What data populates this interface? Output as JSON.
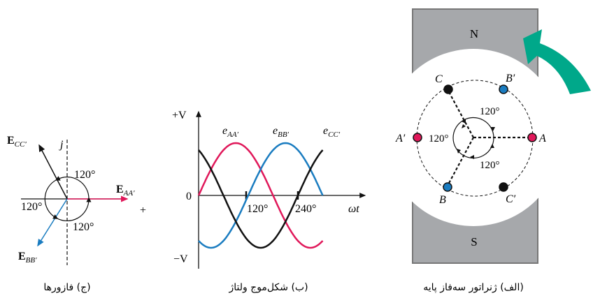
{
  "captions": {
    "generator": "(الف) ژنراتور سه‌فاز پایه",
    "waveform": "(ب) شکل‌موج ولتاژ",
    "phasors": "(ج) فازورها"
  },
  "generator": {
    "north": "N",
    "south": "S",
    "A": "A",
    "A_prime": "A′",
    "B": "B",
    "B_prime": "B′",
    "C": "C",
    "C_prime": "C′",
    "angle_top": "120°",
    "angle_left": "120°",
    "angle_bottom": "120°"
  },
  "waveform": {
    "plus_v": "+V",
    "zero": "0",
    "minus_v": "−V",
    "axis": "ωt",
    "tick1": "120°",
    "tick2": "240°",
    "e_aa": "e",
    "e_aa_sub": "AA′",
    "e_bb": "e",
    "e_bb_sub": "BB′",
    "e_cc": "e",
    "e_cc_sub": "CC′",
    "phases_deg": [
      0,
      120,
      240
    ],
    "range_deg": [
      0,
      300
    ]
  },
  "phasors": {
    "e_aa": "E",
    "e_aa_sub": "AA′",
    "e_bb": "E",
    "e_bb_sub": "BB′",
    "e_cc": "E",
    "e_cc_sub": "CC′",
    "j": "j",
    "plus": "+",
    "angle1": "120°",
    "angle2": "120°",
    "angle3": "120°"
  },
  "colors": {
    "red": "#e0185a",
    "blue": "#1a7cc0",
    "black": "#111111",
    "teal": "#00a88a",
    "gray": "#a6a8ab"
  }
}
